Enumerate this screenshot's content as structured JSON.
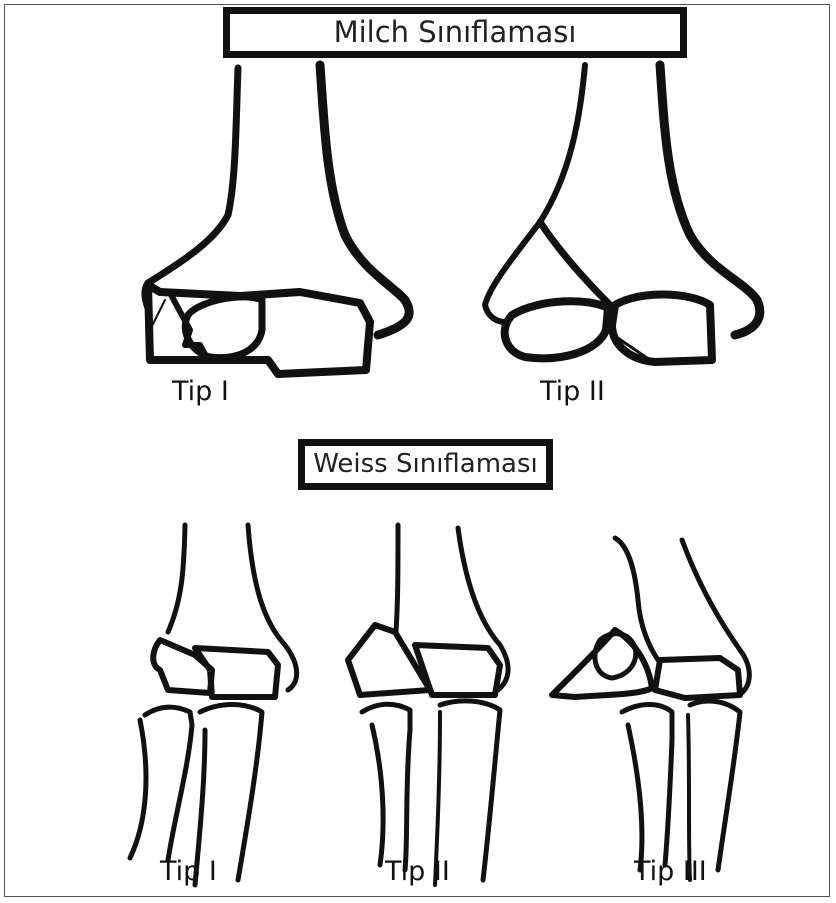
{
  "milch": {
    "title": "Milch Sınıflaması",
    "types": [
      {
        "label": "Tip I"
      },
      {
        "label": "Tip II"
      }
    ]
  },
  "weiss": {
    "title": "Weiss Sınıflaması",
    "types": [
      {
        "label": "Tip I"
      },
      {
        "label": "Tip II"
      },
      {
        "label": "Tip III"
      }
    ]
  }
}
